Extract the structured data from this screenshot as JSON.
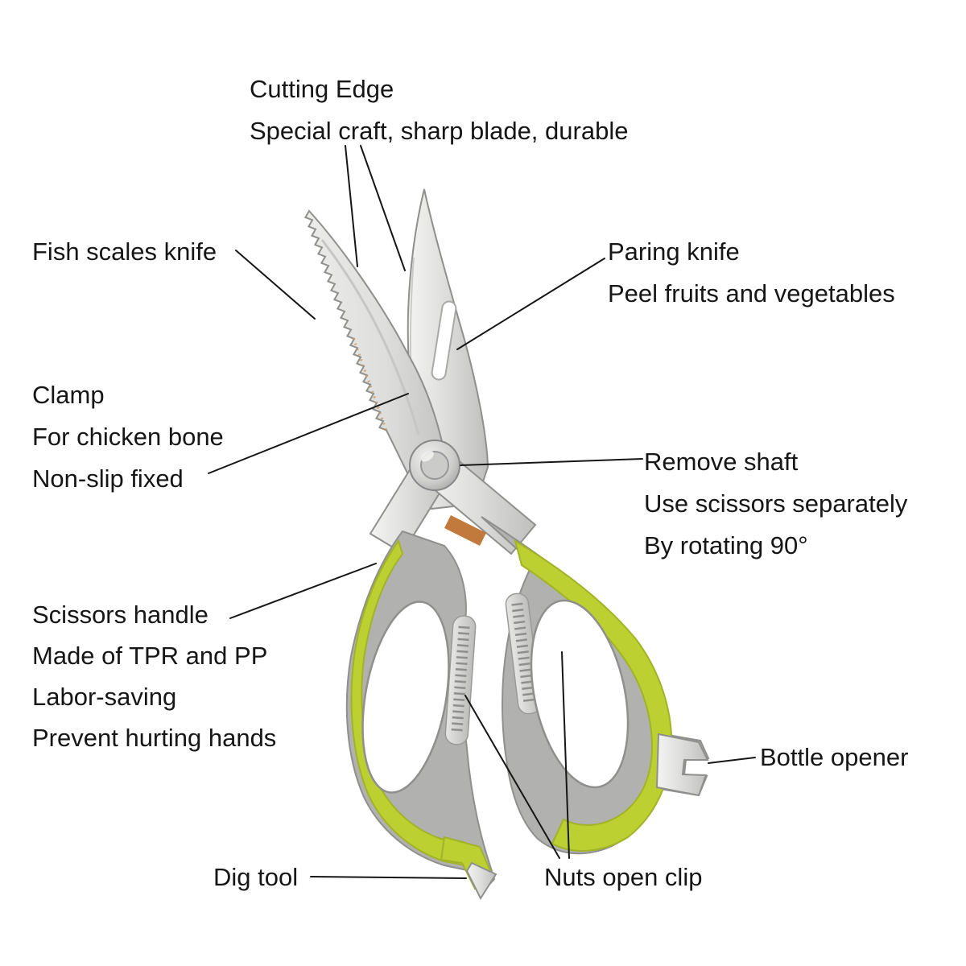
{
  "diagram": {
    "annotations": {
      "cutting_edge": {
        "lines": [
          "Cutting Edge",
          "Special craft, sharp blade, durable"
        ]
      },
      "fish_scales_knife": {
        "lines": [
          "Fish scales knife"
        ]
      },
      "paring_knife": {
        "lines": [
          "Paring knife",
          "Peel fruits and vegetables"
        ]
      },
      "clamp": {
        "lines": [
          "Clamp",
          "For chicken bone",
          "Non-slip fixed"
        ]
      },
      "remove_shaft": {
        "lines": [
          "Remove shaft",
          "Use scissors separately",
          "By rotating 90°"
        ]
      },
      "scissors_handle": {
        "lines": [
          "Scissors handle",
          "Made of TPR and PP",
          "Labor-saving",
          "Prevent hurting hands"
        ]
      },
      "bottle_opener": {
        "lines": [
          "Bottle opener"
        ]
      },
      "dig_tool": {
        "lines": [
          "Dig tool"
        ]
      },
      "nuts_open_clip": {
        "lines": [
          "Nuts open clip"
        ]
      }
    },
    "colors": {
      "background": "#ffffff",
      "text": "#161616",
      "leader_line": "#161616",
      "blade_silver": "#d9d9d7",
      "handle_gray": "#b1b1af",
      "handle_green": "#bcd031"
    }
  }
}
